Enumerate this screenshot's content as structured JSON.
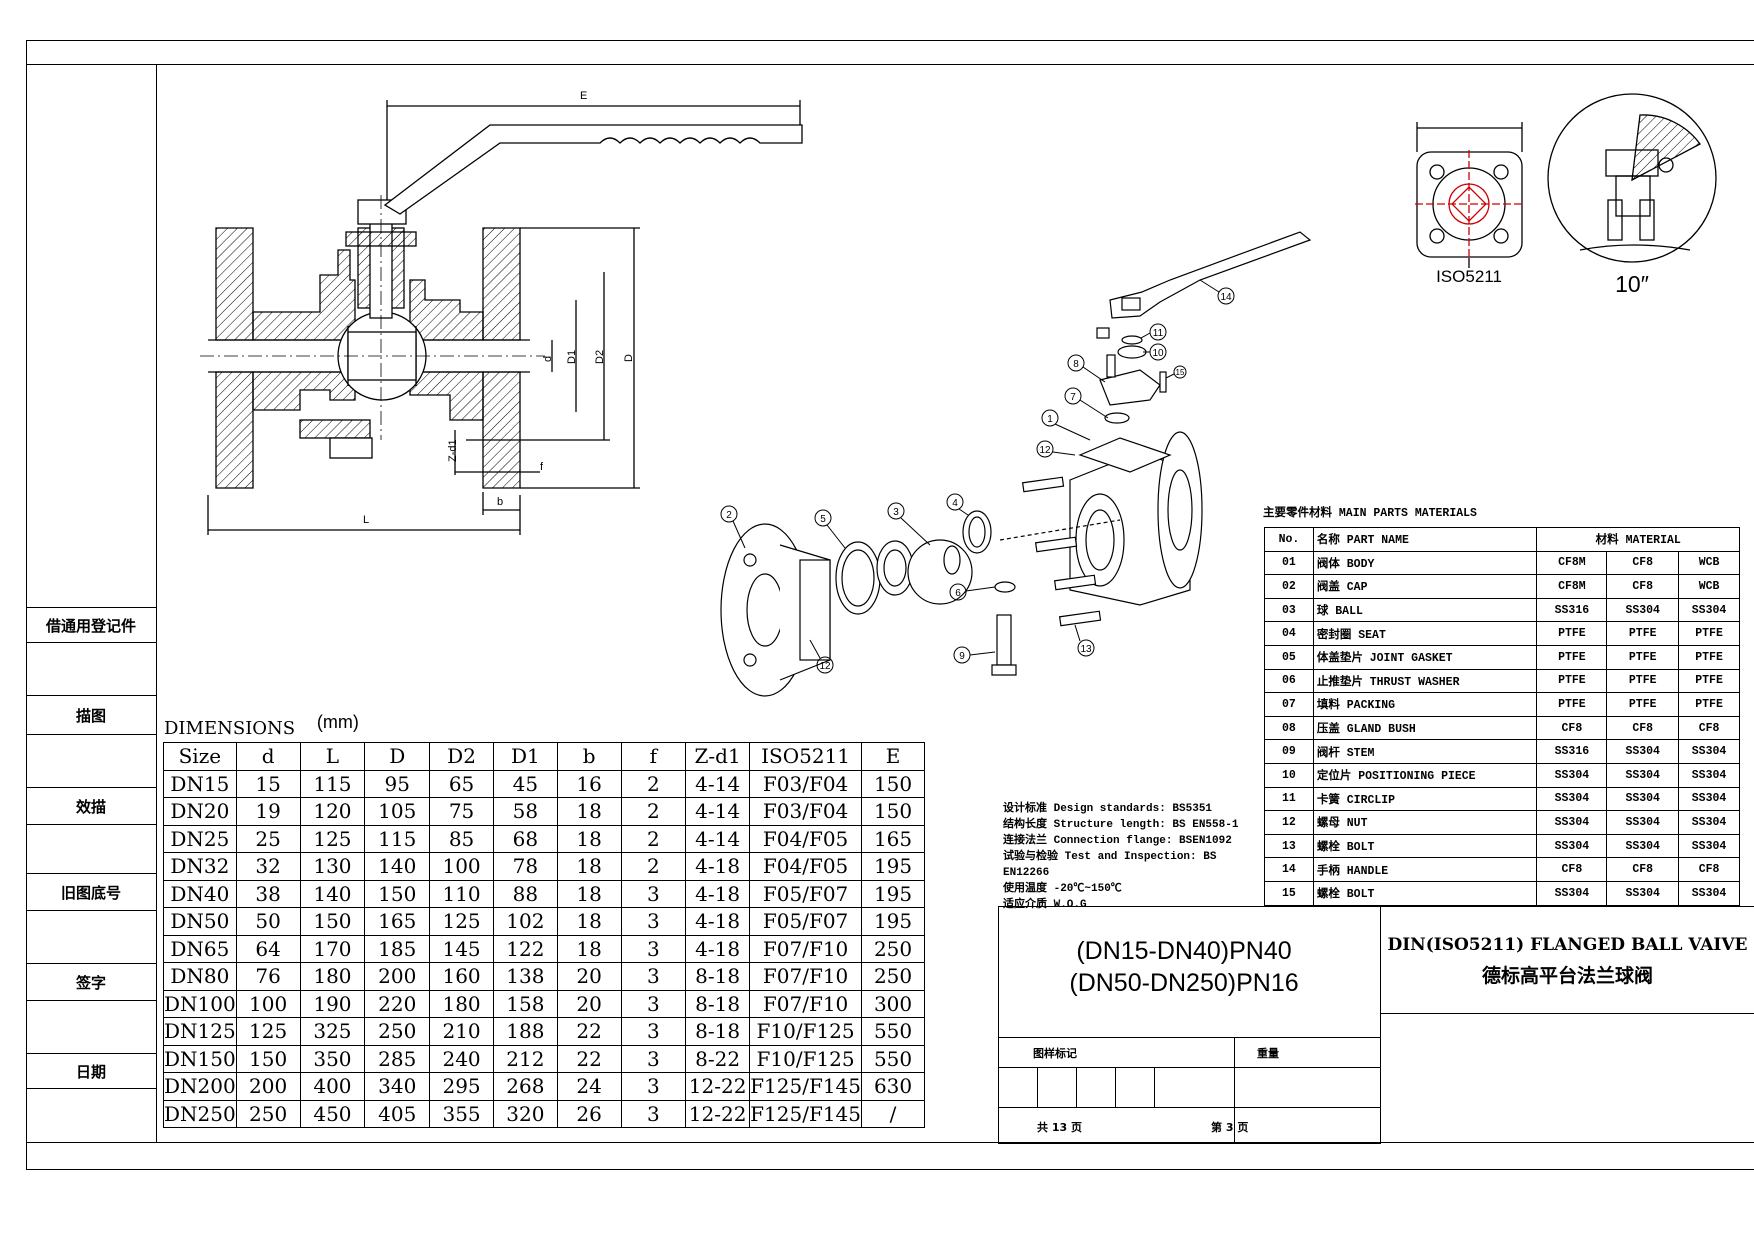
{
  "sidebar": {
    "labels": [
      "借通用登记件",
      "描图",
      "效描",
      "旧图底号",
      "签字",
      "日期"
    ]
  },
  "drawing": {
    "dim_labels": {
      "E": "E",
      "d": "d",
      "D1": "D1",
      "D2": "D2",
      "D": "D",
      "Zd1": "Z-d1",
      "f": "f",
      "L": "L",
      "b": "b"
    },
    "iso_label": "ISO5211",
    "angle_label": "10″",
    "part_numbers": [
      "1",
      "2",
      "3",
      "4",
      "5",
      "6",
      "7",
      "8",
      "9",
      "10",
      "11",
      "12",
      "12",
      "13",
      "14",
      "15"
    ]
  },
  "dimensions": {
    "title": "DIMENSIONS",
    "unit": "(mm)",
    "columns": [
      "Size",
      "d",
      "L",
      "D",
      "D2",
      "D1",
      "b",
      "f",
      "Z-d1",
      "ISO5211",
      "E"
    ],
    "rows": [
      [
        "DN15",
        "15",
        "115",
        "95",
        "65",
        "45",
        "16",
        "2",
        "4-14",
        "F03/F04",
        "150"
      ],
      [
        "DN20",
        "19",
        "120",
        "105",
        "75",
        "58",
        "18",
        "2",
        "4-14",
        "F03/F04",
        "150"
      ],
      [
        "DN25",
        "25",
        "125",
        "115",
        "85",
        "68",
        "18",
        "2",
        "4-14",
        "F04/F05",
        "165"
      ],
      [
        "DN32",
        "32",
        "130",
        "140",
        "100",
        "78",
        "18",
        "2",
        "4-18",
        "F04/F05",
        "195"
      ],
      [
        "DN40",
        "38",
        "140",
        "150",
        "110",
        "88",
        "18",
        "3",
        "4-18",
        "F05/F07",
        "195"
      ],
      [
        "DN50",
        "50",
        "150",
        "165",
        "125",
        "102",
        "18",
        "3",
        "4-18",
        "F05/F07",
        "195"
      ],
      [
        "DN65",
        "64",
        "170",
        "185",
        "145",
        "122",
        "18",
        "3",
        "4-18",
        "F07/F10",
        "250"
      ],
      [
        "DN80",
        "76",
        "180",
        "200",
        "160",
        "138",
        "20",
        "3",
        "8-18",
        "F07/F10",
        "250"
      ],
      [
        "DN100",
        "100",
        "190",
        "220",
        "180",
        "158",
        "20",
        "3",
        "8-18",
        "F07/F10",
        "300"
      ],
      [
        "DN125",
        "125",
        "325",
        "250",
        "210",
        "188",
        "22",
        "3",
        "8-18",
        "F10/F125",
        "550"
      ],
      [
        "DN150",
        "150",
        "350",
        "285",
        "240",
        "212",
        "22",
        "3",
        "8-22",
        "F10/F125",
        "550"
      ],
      [
        "DN200",
        "200",
        "400",
        "340",
        "295",
        "268",
        "24",
        "3",
        "12-22",
        "F125/F145",
        "630"
      ],
      [
        "DN250",
        "250",
        "450",
        "405",
        "355",
        "320",
        "26",
        "3",
        "12-22",
        "F125/F145",
        "/"
      ]
    ]
  },
  "materials": {
    "title": "主要零件材料 MAIN PARTS MATERIALS",
    "header": {
      "no": "No.",
      "name": "名称 PART NAME",
      "material": "材料 MATERIAL"
    },
    "rows": [
      [
        "01",
        "阀体 BODY",
        "CF8M",
        "CF8",
        "WCB"
      ],
      [
        "02",
        "阀盖 CAP",
        "CF8M",
        "CF8",
        "WCB"
      ],
      [
        "03",
        "球 BALL",
        "SS316",
        "SS304",
        "SS304"
      ],
      [
        "04",
        "密封圈 SEAT",
        "PTFE",
        "PTFE",
        "PTFE"
      ],
      [
        "05",
        "体盖垫片 JOINT GASKET",
        "PTFE",
        "PTFE",
        "PTFE"
      ],
      [
        "06",
        "止推垫片 THRUST WASHER",
        "PTFE",
        "PTFE",
        "PTFE"
      ],
      [
        "07",
        "填料 PACKING",
        "PTFE",
        "PTFE",
        "PTFE"
      ],
      [
        "08",
        "压盖 GLAND BUSH",
        "CF8",
        "CF8",
        "CF8"
      ],
      [
        "09",
        "阀杆 STEM",
        "SS316",
        "SS304",
        "SS304"
      ],
      [
        "10",
        "定位片 POSITIONING PIECE",
        "SS304",
        "SS304",
        "SS304"
      ],
      [
        "11",
        "卡簧 CIRCLIP",
        "SS304",
        "SS304",
        "SS304"
      ],
      [
        "12",
        "螺母 NUT",
        "SS304",
        "SS304",
        "SS304"
      ],
      [
        "13",
        "螺栓 BOLT",
        "SS304",
        "SS304",
        "SS304"
      ],
      [
        "14",
        "手柄 HANDLE",
        "CF8",
        "CF8",
        "CF8"
      ],
      [
        "15",
        "螺栓 BOLT",
        "SS304",
        "SS304",
        "SS304"
      ]
    ]
  },
  "standards": [
    "设计标准 Design standards: BS5351",
    "结构长度 Structure length: BS EN558-1",
    "连接法兰 Connection flange: BSEN1092",
    "试验与检验 Test and Inspection: BS EN12266",
    "使用温度  -20℃~150℃",
    "适应介质  W.O.G"
  ],
  "title_block": {
    "pressure_line1": "(DN15-DN40)PN40",
    "pressure_line2": "(DN50-DN250)PN16",
    "product_en": "DIN(ISO5211) FLANGED BALL VAIVE",
    "product_cn": "德标高平台法兰球阀",
    "mark_label": "图样标记",
    "weight_label": "重量",
    "total_pages": "共 13 页",
    "page_no": "第 3 页"
  }
}
